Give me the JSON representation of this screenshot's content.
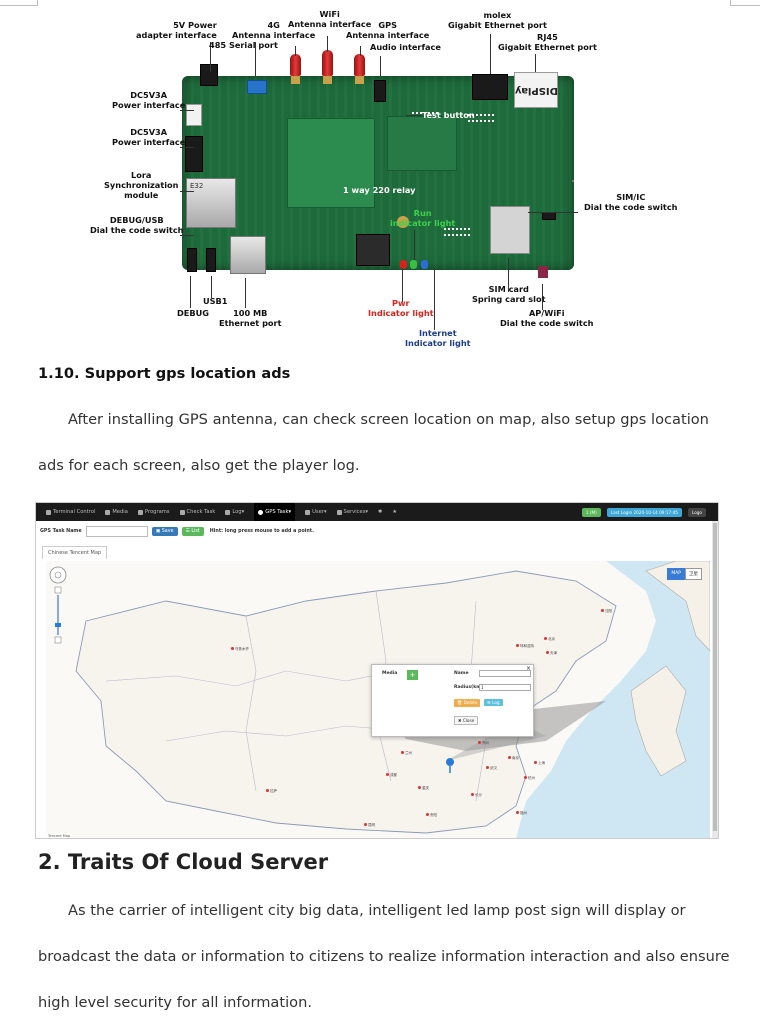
{
  "board": {
    "labels": {
      "power_adapter": "5V Power\nadapter interface",
      "serial_485": "485 Serial port",
      "ant_4g": "4G\nAntenna interface",
      "wifi": "WiFi\nAntenna interface",
      "gps": "GPS\nAntenna interface",
      "audio": "Audio interface",
      "molex": "molex\nGigabit Ethernet port",
      "rj45": "RJ45\nGigabit Ethernet port",
      "dc_power1": "DC5V3A\nPower interface",
      "test_button": "Test button",
      "dc_power2": "DC5V3A\nPower interface",
      "lora": "Lora\nSynchronization\nmodule",
      "relay": "1 way 220 relay",
      "sim_ic": "SIM/IC\nDial the code switch",
      "debug_usb": "DEBUG/USB\nDial the code switch",
      "run_led": "Run\nindicator light",
      "debug": "DEBUG",
      "usb1": "USB1",
      "eth100": "100 MB\nEthernet port",
      "pwr_led": "Pwr\nIndicator light",
      "internet_led": "Internet\nIndicator light",
      "sim_slot": "SIM card\nSpring card slot",
      "ap_wifi": "AP/WiFi\nDial the code switch"
    },
    "display_text": "DISPlay",
    "module_text": "E32"
  },
  "section": {
    "heading": "1.10.  Support gps location ads",
    "paragraph_line1": "After installing GPS antenna, can check screen location on map, also setup gps location",
    "paragraph_line2": "ads for each screen, also get the player log."
  },
  "screenshot": {
    "nav": [
      "Terminal Control",
      "Media",
      "Programs",
      "Check Task",
      "Log",
      "GPS Task",
      "User",
      "Services"
    ],
    "active_nav": "GPS Task",
    "status_pills": [
      "1 (M)",
      "Last Login 2020-10-14 09:17:45",
      "Logo"
    ],
    "toolbar": {
      "label": "GPS Task Name",
      "save": "Save",
      "list": "List",
      "hint": "Hint: long press mouse to add a point."
    },
    "tab": "Chinese Tencent Map",
    "map_type": [
      "MAP",
      "卫星"
    ],
    "cities": [
      "乌鲁木齐",
      "北京",
      "沈阳",
      "天津",
      "呼和浩特",
      "兰州",
      "西宁",
      "成都",
      "武汉",
      "上海",
      "重庆",
      "长沙",
      "南京",
      "杭州",
      "福州",
      "贵阳",
      "昆明",
      "拉萨",
      "银川",
      "郑州"
    ],
    "popup": {
      "media": "Media",
      "name": "Name",
      "radius": "Radius(km)",
      "radius_value": "1",
      "delete": "Delete",
      "log": "Log",
      "close": "Close"
    },
    "attribution": "Tencent Map"
  },
  "section2": {
    "heading": "2.  Traits Of Cloud Server",
    "p_line1": "As the carrier of intelligent city big data, intelligent led lamp post sign will display or",
    "p_line2": "broadcast the data or information to citizens to realize information interaction and also ensure",
    "p_line3": "high level security for all information."
  }
}
